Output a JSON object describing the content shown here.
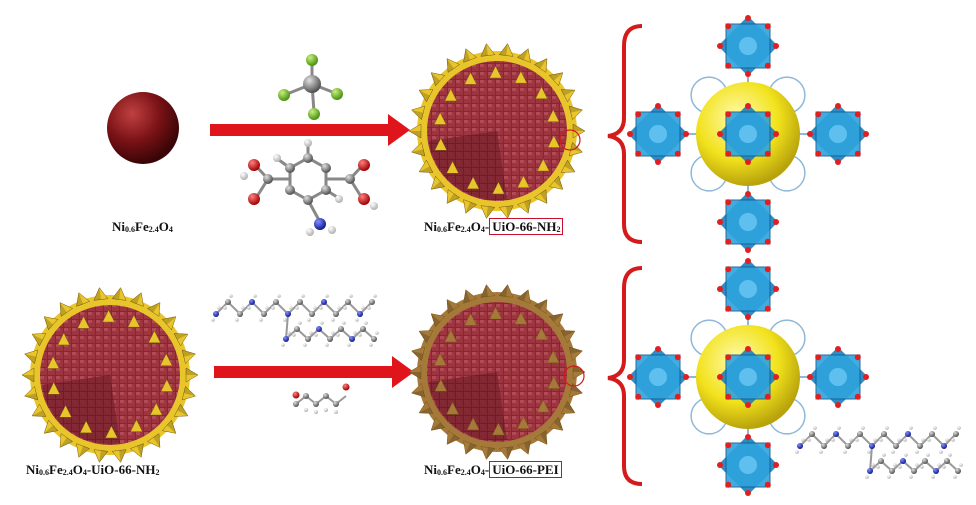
{
  "labels": {
    "l1": {
      "base": "Ni",
      "s1": "0.6",
      "mid": "Fe",
      "s2": "2.4",
      "o": "O",
      "s3": "4"
    },
    "l2": {
      "base": "Ni",
      "s1": "0.6",
      "mid": "Fe",
      "s2": "2.4",
      "o": "O",
      "s3": "4",
      "sep": "-",
      "boxed_pre": "UiO-66-NH",
      "boxed_sub": "2"
    },
    "l3": {
      "base": "Ni",
      "s1": "0.6",
      "mid": "Fe",
      "s2": "2.4",
      "o": "O",
      "s3": "4",
      "sep": "-UiO-66-NH",
      "s4": "2"
    },
    "l4": {
      "base": "Ni",
      "s1": "0.6",
      "mid": "Fe",
      "s2": "2.4",
      "o": "O",
      "s3": "4",
      "sep": "-",
      "boxed": "UiO-66-PEI"
    }
  },
  "colors": {
    "core": "#7a1216",
    "shell_yellow": "#e8c52a",
    "shell_brown": "#a5793a",
    "arrow": "#e0151b",
    "bracket": "#d41a1a",
    "cluster": "#2ea3dd",
    "sphere": "#f2e21c",
    "oxygen": "#e02020",
    "nitrogen": "#1f2fbf",
    "fluorine": "#7ec82a"
  }
}
